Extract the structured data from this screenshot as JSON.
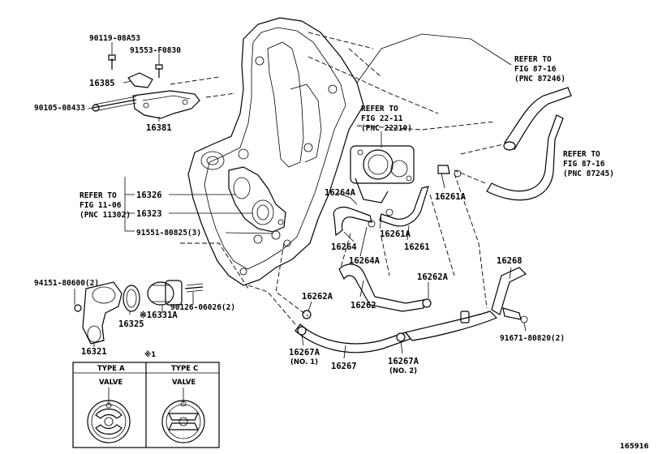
{
  "diagram_id": "165916",
  "labels": {
    "p90119": "90119-08A53",
    "p91553": "91553-F0830",
    "p16385": "16385",
    "p90105": "90105-08433",
    "p16381": "16381",
    "refer_1": [
      "REFER TO",
      "FIG 22-11",
      "(PNC 22210)"
    ],
    "refer_2": [
      "REFER TO",
      "FIG 87-16",
      "(PNC 87246)"
    ],
    "refer_3": [
      "REFER TO",
      "FIG 87-16",
      "(PNC 87245)"
    ],
    "refer_4": [
      "REFER TO",
      "FIG 11-06",
      "(PNC 11302)"
    ],
    "p16326": "16326",
    "p16323": "16323",
    "p91551": "91551-80825(3)",
    "p16264A_a": "16264A",
    "p16261A_a": "16261A",
    "p16261A_b": "16261A",
    "p16264": "16264",
    "p16261": "16261",
    "p16264A_b": "16264A",
    "p94151": "94151-80600(2)",
    "p16325": "16325",
    "p16331A": "※16331A",
    "p90126": "90126-06026(2)",
    "p16321": "16321",
    "p16262A_a": "16262A",
    "p16262A_b": "16262A",
    "p16262": "16262",
    "p16268": "16268",
    "p16267A_1": "16267A",
    "no1": "(NO. 1)",
    "p16267": "16267",
    "p16267A_2": "16267A",
    "no2": "(NO. 2)",
    "p91671": "91671-80820(2)"
  },
  "table": {
    "marker": "※1",
    "type_a": "TYPE A",
    "type_c": "TYPE C",
    "valve_a": "VALVE",
    "valve_c": "VALVE"
  }
}
